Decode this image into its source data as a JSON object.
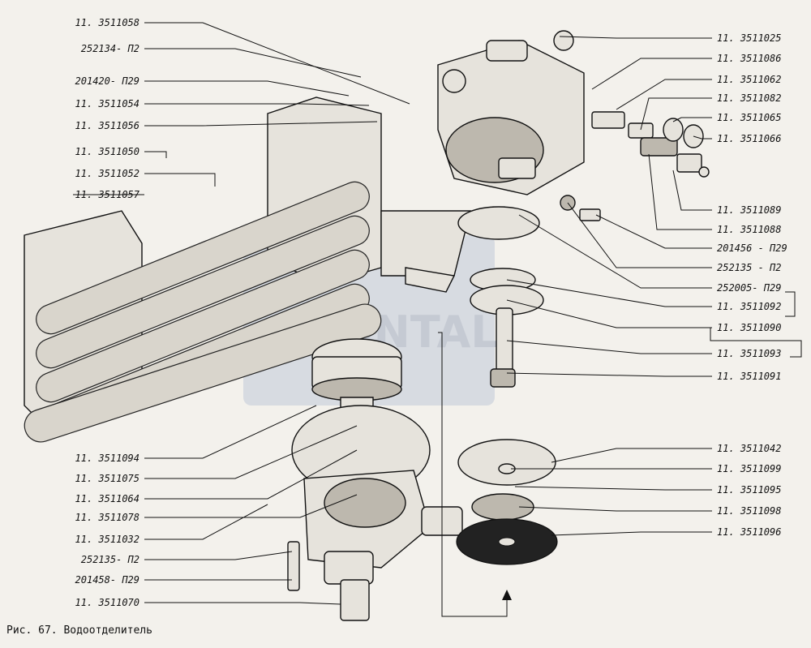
{
  "caption": "Рис. 67. Водоотделитель",
  "watermark": "SANTAL",
  "colors": {
    "line": "#111111",
    "paper": "#f3f1ec",
    "watermark": "#a8b3c9"
  },
  "left_labels": [
    "11. 3511058",
    "252134- П2",
    "201420- П29",
    "11. 3511054",
    "11. 3511056",
    "11. 3511050",
    "11. 3511052",
    "11. 3511057",
    "11. 3511094",
    "11. 3511075",
    "11. 3511064",
    "11. 3511078",
    "11. 3511032",
    "252135- П2",
    "201458- П29",
    "11. 3511070"
  ],
  "right_labels": [
    "11. 3511025",
    "11. 3511086",
    "11. 3511062",
    "11. 3511082",
    "11. 3511065",
    "11. 3511066",
    "11. 3511089",
    "11. 3511088",
    "201456 - П29",
    "252135 - П2",
    "252005- П29",
    "11. 3511092",
    "11. 3511090",
    "11. 3511093",
    "11. 3511091",
    "11. 3511042",
    "11. 3511099",
    "11. 3511095",
    "11. 3511098",
    "11. 3511096"
  ]
}
